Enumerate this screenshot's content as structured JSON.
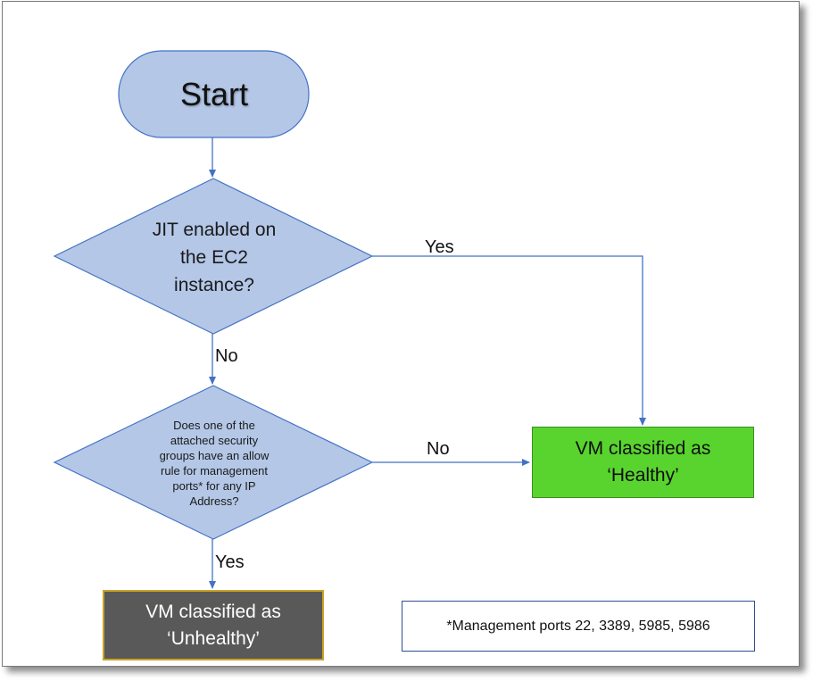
{
  "start": {
    "label": "Start"
  },
  "decision_jit": {
    "lines": [
      "JIT enabled on",
      "the EC2",
      "instance?"
    ]
  },
  "decision_sg": {
    "lines": [
      "Does one of the",
      "attached security",
      "groups have an allow",
      "rule for management",
      "ports* for any IP",
      "Address?"
    ]
  },
  "edges": {
    "jit_yes": "Yes",
    "jit_no": "No",
    "sg_no": "No",
    "sg_yes": "Yes"
  },
  "outcome_healthy": {
    "lines": [
      "VM classified as",
      "‘Healthy’"
    ],
    "color": "#59d42f"
  },
  "outcome_unhealthy": {
    "lines": [
      "VM classified as",
      "‘Unhealthy’"
    ],
    "color": "#595959"
  },
  "note": {
    "text": "*Management ports 22, 3389, 5985, 5986"
  },
  "colors": {
    "shape_fill": "#b4c7e7",
    "shape_stroke": "#4472c4",
    "connector": "#4472c4"
  }
}
